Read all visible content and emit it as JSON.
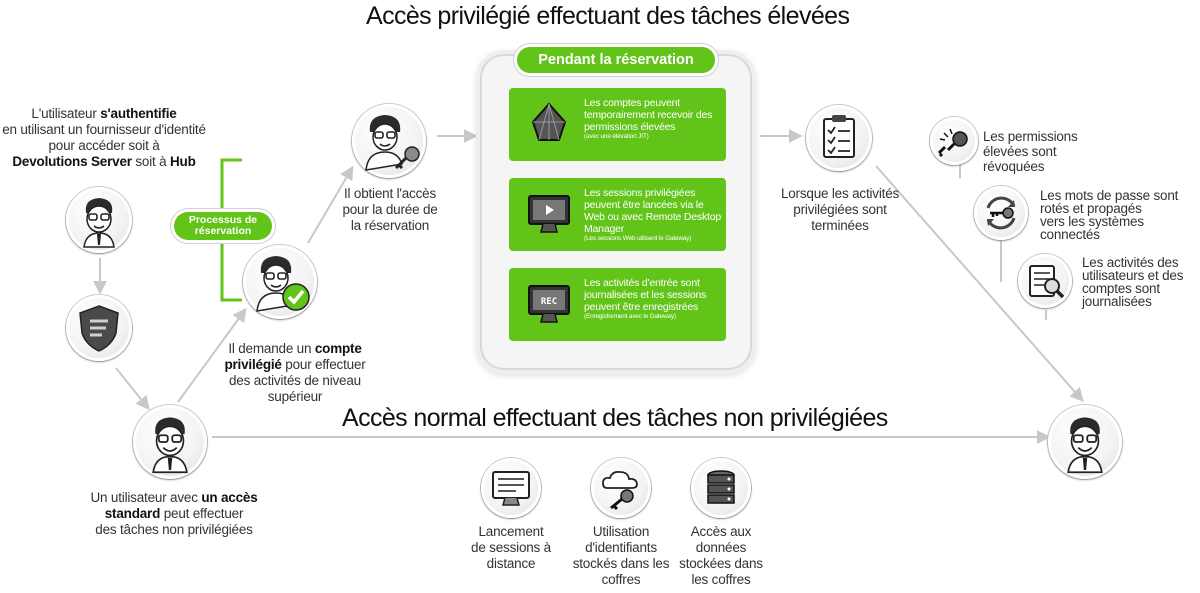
{
  "titles": {
    "top": "Accès privilégié effectuant des tâches élevées",
    "middle": "Accès normal effectuant des tâches non privilégiées"
  },
  "left_top_text": {
    "l1a": "L'utilisateur ",
    "l1b": "s'authentifie",
    "l2": "en utilisant un fournisseur d'identité",
    "l3": "pour accéder soit à",
    "l4a": "Devolutions Server",
    "l4b": " soit à ",
    "l4c": "Hub"
  },
  "standard_user_text": {
    "l1a": "Un utilisateur avec ",
    "l1b": "un accès",
    "l2a": "standard",
    "l2b": " peut effectuer",
    "l3": "des tâches non privilégiées"
  },
  "request_text": {
    "l1a": "Il demande un ",
    "l1b": "compte",
    "l2a": "privilégié",
    "l2b": " pour effectuer",
    "l3": "des activités de niveau",
    "l4": "supérieur"
  },
  "process_label": {
    "l1": "Processus de",
    "l2": "réservation"
  },
  "access_text": {
    "l1": "Il obtient l'accès",
    "l2": "pour la durée de",
    "l3": "la réservation"
  },
  "reservation_panel": {
    "title": "Pendant la réservation",
    "cards": [
      {
        "icon": "gem-icon",
        "text": "Les comptes peuvent temporairement recevoir des permissions élevées",
        "note": "(avec une élévation JIT)"
      },
      {
        "icon": "monitor-play-icon",
        "text": "Les sessions privilégiées peuvent être lancées via le Web ou avec Remote Desktop Manager",
        "note": "(Les sessions Web utilisent le Gateway)"
      },
      {
        "icon": "monitor-rec-icon",
        "text": "Les activités d'entrée sont journalisées et les sessions peuvent être enregistrées",
        "note": "(Enregistrement avec le Gateway)"
      }
    ],
    "rec_label": "REC"
  },
  "completed_text": {
    "l1": "Lorsque les activités",
    "l2": "privilégiées sont",
    "l3": "terminées"
  },
  "outcomes": [
    {
      "icon": "broken-key-icon",
      "lines": [
        "Les permissions",
        "élevées sont",
        "révoquées"
      ]
    },
    {
      "icon": "rotating-key-icon",
      "lines": [
        "Les mots de passe sont",
        "rotés et propagés",
        "vers les systèmes",
        "connectés"
      ]
    },
    {
      "icon": "log-search-icon",
      "lines": [
        "Les activités des",
        "utilisateurs et des",
        "comptes sont",
        "journalisées"
      ]
    }
  ],
  "normal_tasks": [
    {
      "icon": "remote-session-icon",
      "lines": [
        "Lancement",
        "de sessions à",
        "distance"
      ]
    },
    {
      "icon": "cloud-key-icon",
      "lines": [
        "Utilisation",
        "d'identifiants",
        "stockés dans les",
        "coffres"
      ]
    },
    {
      "icon": "database-icon",
      "lines": [
        "Accès aux",
        "données",
        "stockées dans",
        "les coffres"
      ]
    }
  ],
  "colors": {
    "green": "#62c418",
    "line": "#c8c8c8",
    "text": "#333333"
  }
}
